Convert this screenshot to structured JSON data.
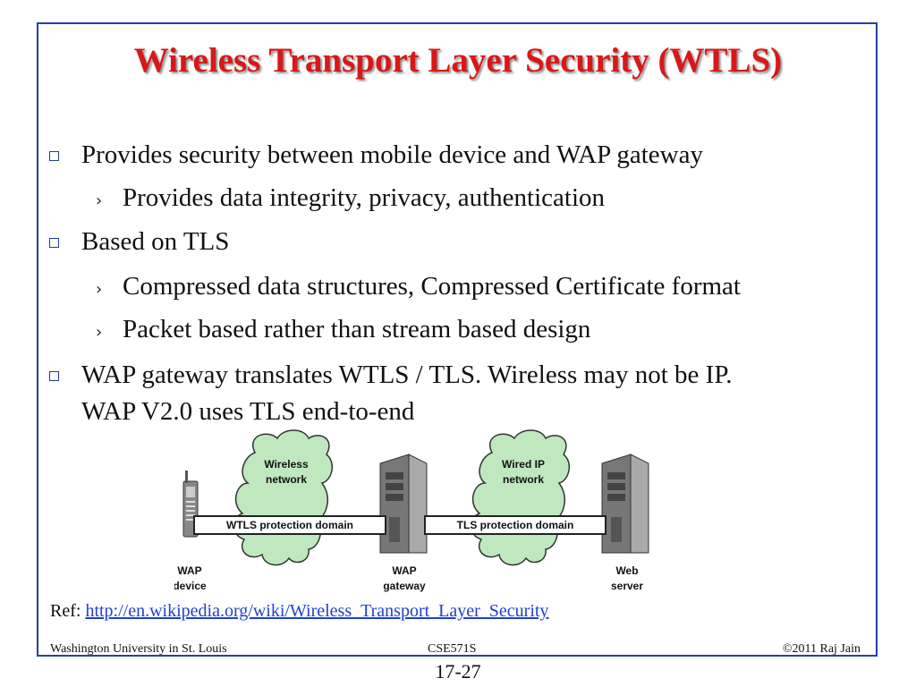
{
  "title": "Wireless Transport Layer Security (WTLS)",
  "bullets": [
    {
      "level": 1,
      "text": "Provides security between mobile device and WAP gateway"
    },
    {
      "level": 2,
      "text": "Provides data integrity, privacy, authentication"
    },
    {
      "level": 1,
      "text": "Based on TLS"
    },
    {
      "level": 2,
      "text": "Compressed data structures, Compressed Certificate format"
    },
    {
      "level": 2,
      "text": "Packet based rather than stream based design"
    },
    {
      "level": 1,
      "text": "WAP gateway translates WTLS / TLS. Wireless may not be IP."
    },
    {
      "level": 1,
      "text": "WAP V2.0 uses TLS end-to-end"
    }
  ],
  "diagram": {
    "cloud_wireless": [
      "Wireless",
      "network"
    ],
    "cloud_wired": [
      "Wired IP",
      "network"
    ],
    "wtls_domain": "WTLS protection domain",
    "tls_domain": "TLS protection domain",
    "device_label": [
      "WAP",
      "device"
    ],
    "gateway_label": [
      "WAP",
      "gateway"
    ],
    "server_label": [
      "Web",
      "server"
    ]
  },
  "ref": {
    "prefix": "Ref: ",
    "link": "http://en.wikipedia.org/wiki/Wireless_Transport_Layer_Security"
  },
  "footer": {
    "left": "Washington University in St. Louis",
    "center": "CSE571S",
    "right": "©2011 Raj Jain",
    "page": "17-27"
  },
  "colors": {
    "title": "#d81818",
    "frame": "#2142a8",
    "bullet_marker": "#1d3fa8",
    "link": "#1f3fd2",
    "cloud": "#bfe8bf"
  },
  "icons": {
    "level1_marker": "hollow-square",
    "level2_marker": "chevron-right"
  }
}
